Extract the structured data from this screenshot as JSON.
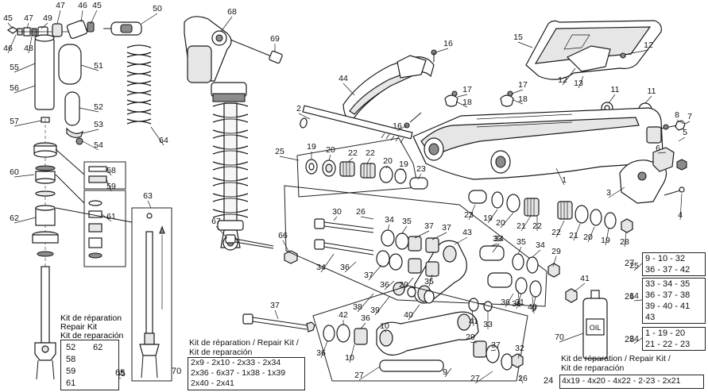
{
  "callouts": [
    "45",
    "47",
    "49",
    "47",
    "46",
    "45",
    "50",
    "46",
    "48",
    "55",
    "56",
    "51",
    "52",
    "53",
    "54",
    "57",
    "58",
    "59",
    "60",
    "61",
    "62",
    "63",
    "64",
    "65",
    "68",
    "69",
    "67",
    "66",
    "16",
    "15",
    "12",
    "12",
    "13",
    "44",
    "17",
    "18",
    "17",
    "18",
    "16",
    "11",
    "11",
    "2",
    "8",
    "7",
    "5",
    "6",
    "3",
    "4",
    "25",
    "19",
    "20",
    "22",
    "22",
    "20",
    "19",
    "23",
    "1",
    "26",
    "30",
    "34",
    "35",
    "37",
    "37",
    "43",
    "23",
    "19",
    "20",
    "21",
    "22",
    "22",
    "21",
    "20",
    "19",
    "28",
    "33",
    "35",
    "34",
    "34",
    "36",
    "37",
    "36",
    "29",
    "35",
    "36",
    "29",
    "40",
    "41",
    "38",
    "39",
    "40",
    "41",
    "33",
    "36",
    "34",
    "31",
    "9",
    "37",
    "42",
    "36",
    "10",
    "10",
    "36",
    "37",
    "29",
    "9",
    "32",
    "27",
    "27",
    "26",
    "25",
    "14",
    "24",
    "70"
  ],
  "kits": {
    "left": {
      "title": [
        "Kit de réparation",
        "Repair Kit",
        "Kit de reparación"
      ],
      "rows": [
        [
          "52",
          "62"
        ],
        [
          "58",
          ""
        ],
        [
          "59",
          ""
        ],
        [
          "61",
          ""
        ]
      ],
      "ref": "65"
    },
    "middle": {
      "title": [
        "Kit de réparation / Repair Kit /",
        "Kit de reparación"
      ],
      "lines": [
        "2x9 - 2x10 - 2x33 - 2x34",
        "2x36 - 6x37 - 1x38 - 1x39",
        "2x40 - 2x41"
      ],
      "ref": "70"
    },
    "k27": {
      "ref": "27",
      "lines": [
        "9 - 10 - 32",
        "36 - 37 - 42"
      ]
    },
    "k26": {
      "ref": "26",
      "lines": [
        "33 - 34 - 35",
        "36 - 37 - 38",
        "39 - 40 - 41",
        "43"
      ]
    },
    "k25": {
      "ref": "25",
      "lines": [
        "1 - 19 - 20",
        "21 - 22 - 23"
      ]
    },
    "bottom": {
      "title": [
        "Kit de réparation / Repair Kit /",
        "Kit de reparación"
      ],
      "lines": [
        "4x19 - 4x20 - 4x22 - 2-23 - 2x21"
      ],
      "ref": "24"
    }
  },
  "oil_label": "OIL"
}
